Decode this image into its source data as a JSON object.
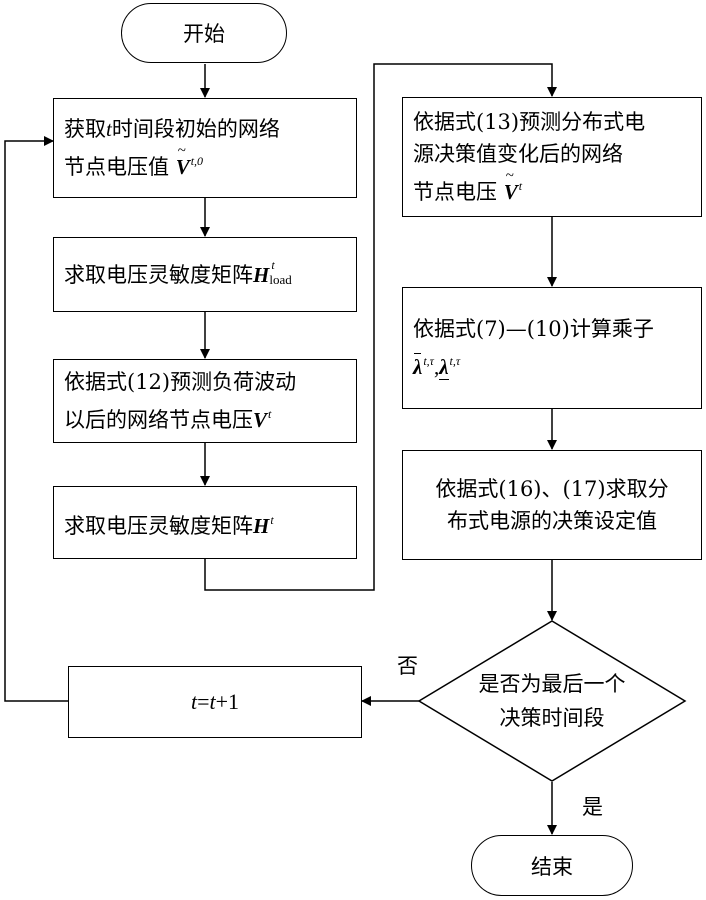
{
  "start_label": "开始",
  "end_label": "结束",
  "step1": {
    "line1_pre": "获取",
    "line1_var": "t",
    "line1_post": "时间段初始的网络",
    "line2_pre": "节点电压值 ",
    "var": "V",
    "sup": "t,0"
  },
  "step2": {
    "text": "求取电压灵敏度矩阵",
    "var": "H",
    "sup": "t",
    "sub": "load"
  },
  "step3": {
    "line1": "依据式(12)预测负荷波动",
    "line2_pre": "以后的网络节点电压",
    "var": "V",
    "sup": "t"
  },
  "step4": {
    "text": "求取电压灵敏度矩阵",
    "var": "H",
    "sup": "t"
  },
  "step5": {
    "line1": "依据式(13)预测分布式电",
    "line2": "源决策值变化后的网络",
    "line3_pre": "节点电压 ",
    "var": "V",
    "sup": "t"
  },
  "step6": {
    "line1": "依据式(7)—(10)计算乘子",
    "var_a": "λ",
    "sup_a": "t,τ",
    "sep": ",",
    "var_b": "λ",
    "sup_b": "t,τ"
  },
  "step7": {
    "line1": "依据式(16)、(17)求取分",
    "line2": "布式电源的决策设定值"
  },
  "increment": {
    "t1": "t",
    "eq": "=",
    "t2": "t",
    "plus": "+1"
  },
  "decision": {
    "line1": "是否为最后一个",
    "line2": "决策时间段"
  },
  "labels": {
    "no": "否",
    "yes": "是"
  }
}
